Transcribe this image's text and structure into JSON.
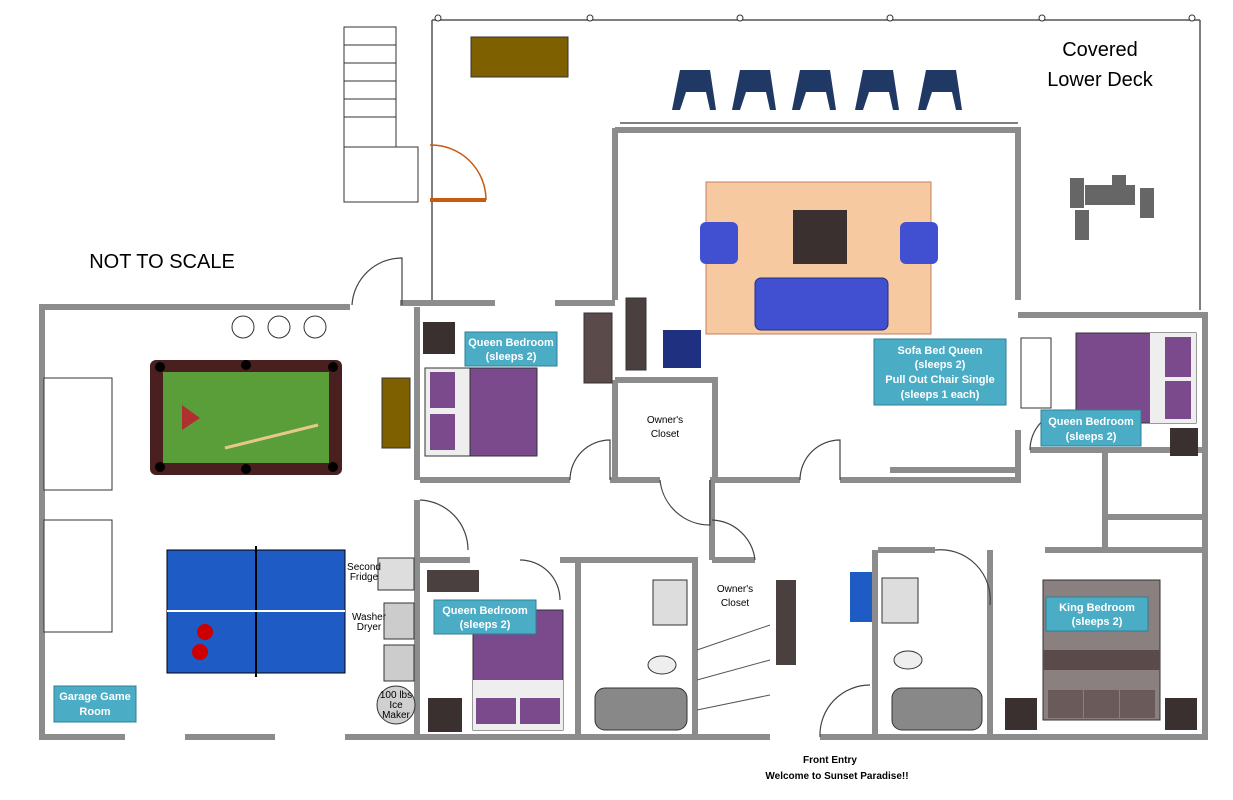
{
  "title_note": "NOT TO SCALE",
  "deck": {
    "line1": "Covered",
    "line2": "Lower Deck"
  },
  "labels": {
    "queen1": [
      "Queen Bedroom",
      "(sleeps 2)"
    ],
    "sofa": [
      "Sofa Bed Queen",
      "(sleeps 2)",
      "Pull Out Chair Single",
      "(sleeps 1 each)"
    ],
    "queen2": [
      "Queen Bedroom",
      "(sleeps 2)"
    ],
    "queen3": [
      "Queen Bedroom",
      "(sleeps 2)"
    ],
    "king": [
      "King Bedroom",
      "(sleeps 2)"
    ],
    "garage": [
      "Garage Game",
      "Room"
    ]
  },
  "closets": {
    "owners1": [
      "Owner's",
      "Closet"
    ],
    "owners2": [
      "Owner's",
      "Closet"
    ]
  },
  "appliances": {
    "fridge": [
      "Second",
      "Fridge"
    ],
    "washer": [
      "Washer",
      "Dryer"
    ],
    "ice": [
      "100 lbs",
      "Ice",
      "Maker"
    ]
  },
  "footer": {
    "line1": "Front Entry",
    "line2": "Welcome to Sunset Paradise!!"
  },
  "colors": {
    "label": "#4bacc6",
    "wall": "#8c8c8c",
    "purple": "#7a4a8c",
    "pool": "#5a9e3a",
    "pingpong": "#1f5bc4",
    "rug": "#f7c9a0",
    "sofa": "#4050d0"
  }
}
